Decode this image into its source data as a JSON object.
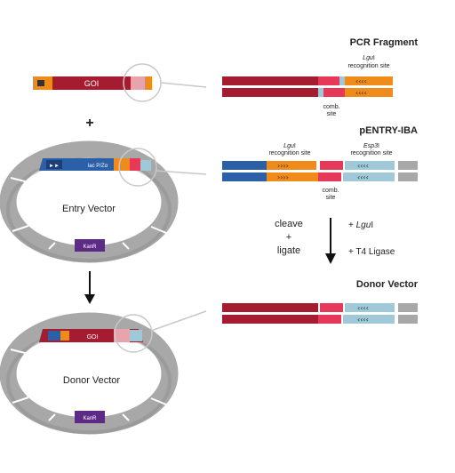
{
  "sections": {
    "pcr_fragment": "PCR Fragment",
    "pentry": "pENTRY-IBA",
    "donor": "Donor Vector"
  },
  "labels": {
    "goi": "GOI",
    "plus": "+",
    "lacpz": "lac P/Zα",
    "entry_vector": "Entry Vector",
    "donor_vector": "Donor Vector",
    "kanr": "KanR",
    "kanr2": "KanR",
    "goi2": "GOI",
    "lgui_italic": "Lgu",
    "lgui_roman": "I",
    "recognition_site": "recognition site",
    "comb_line1": "comb.",
    "comb_line2": "site",
    "lgui2_italic": "Lgu",
    "lgui2_roman": "I",
    "recognition_site2": "recognition site",
    "esp3i_italic": "Esp3",
    "esp3i_roman": "I",
    "recognition_site3": "recognition site",
    "comb2_line1": "comb.",
    "comb2_line2": "site",
    "cleave": "cleave",
    "plus_small": "+",
    "ligate": "ligate",
    "plus_lgui_prefix": "+ ",
    "plus_lgui_italic": "Lgu",
    "plus_lgui_roman": "I",
    "plus_t4": "+ T4 Ligase"
  },
  "colors": {
    "red": "#a51c30",
    "pink": "#e8385a",
    "orange": "#ee8b1b",
    "lightblue": "#9fc8d8",
    "gray": "#a8a8a8",
    "blue": "#2b5fa8",
    "purple": "#5d2a86"
  }
}
